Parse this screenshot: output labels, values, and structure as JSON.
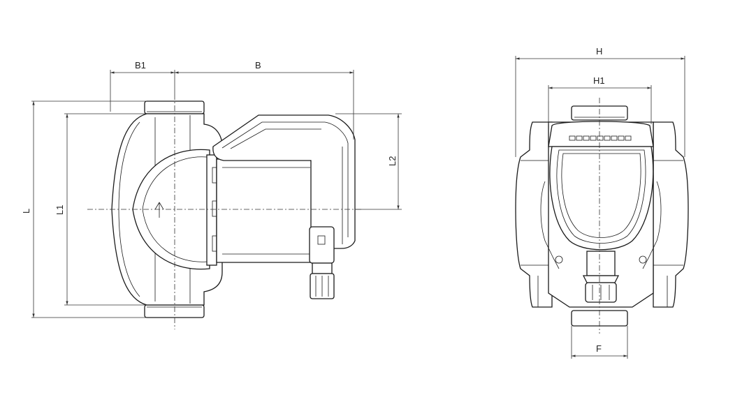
{
  "labels": {
    "B1": "B1",
    "B": "B",
    "L": "L",
    "L1": "L1",
    "L2": "L2",
    "H": "H",
    "H1": "H1",
    "F": "F"
  },
  "colors": {
    "line": "#1a1a1a",
    "background": "#ffffff"
  }
}
